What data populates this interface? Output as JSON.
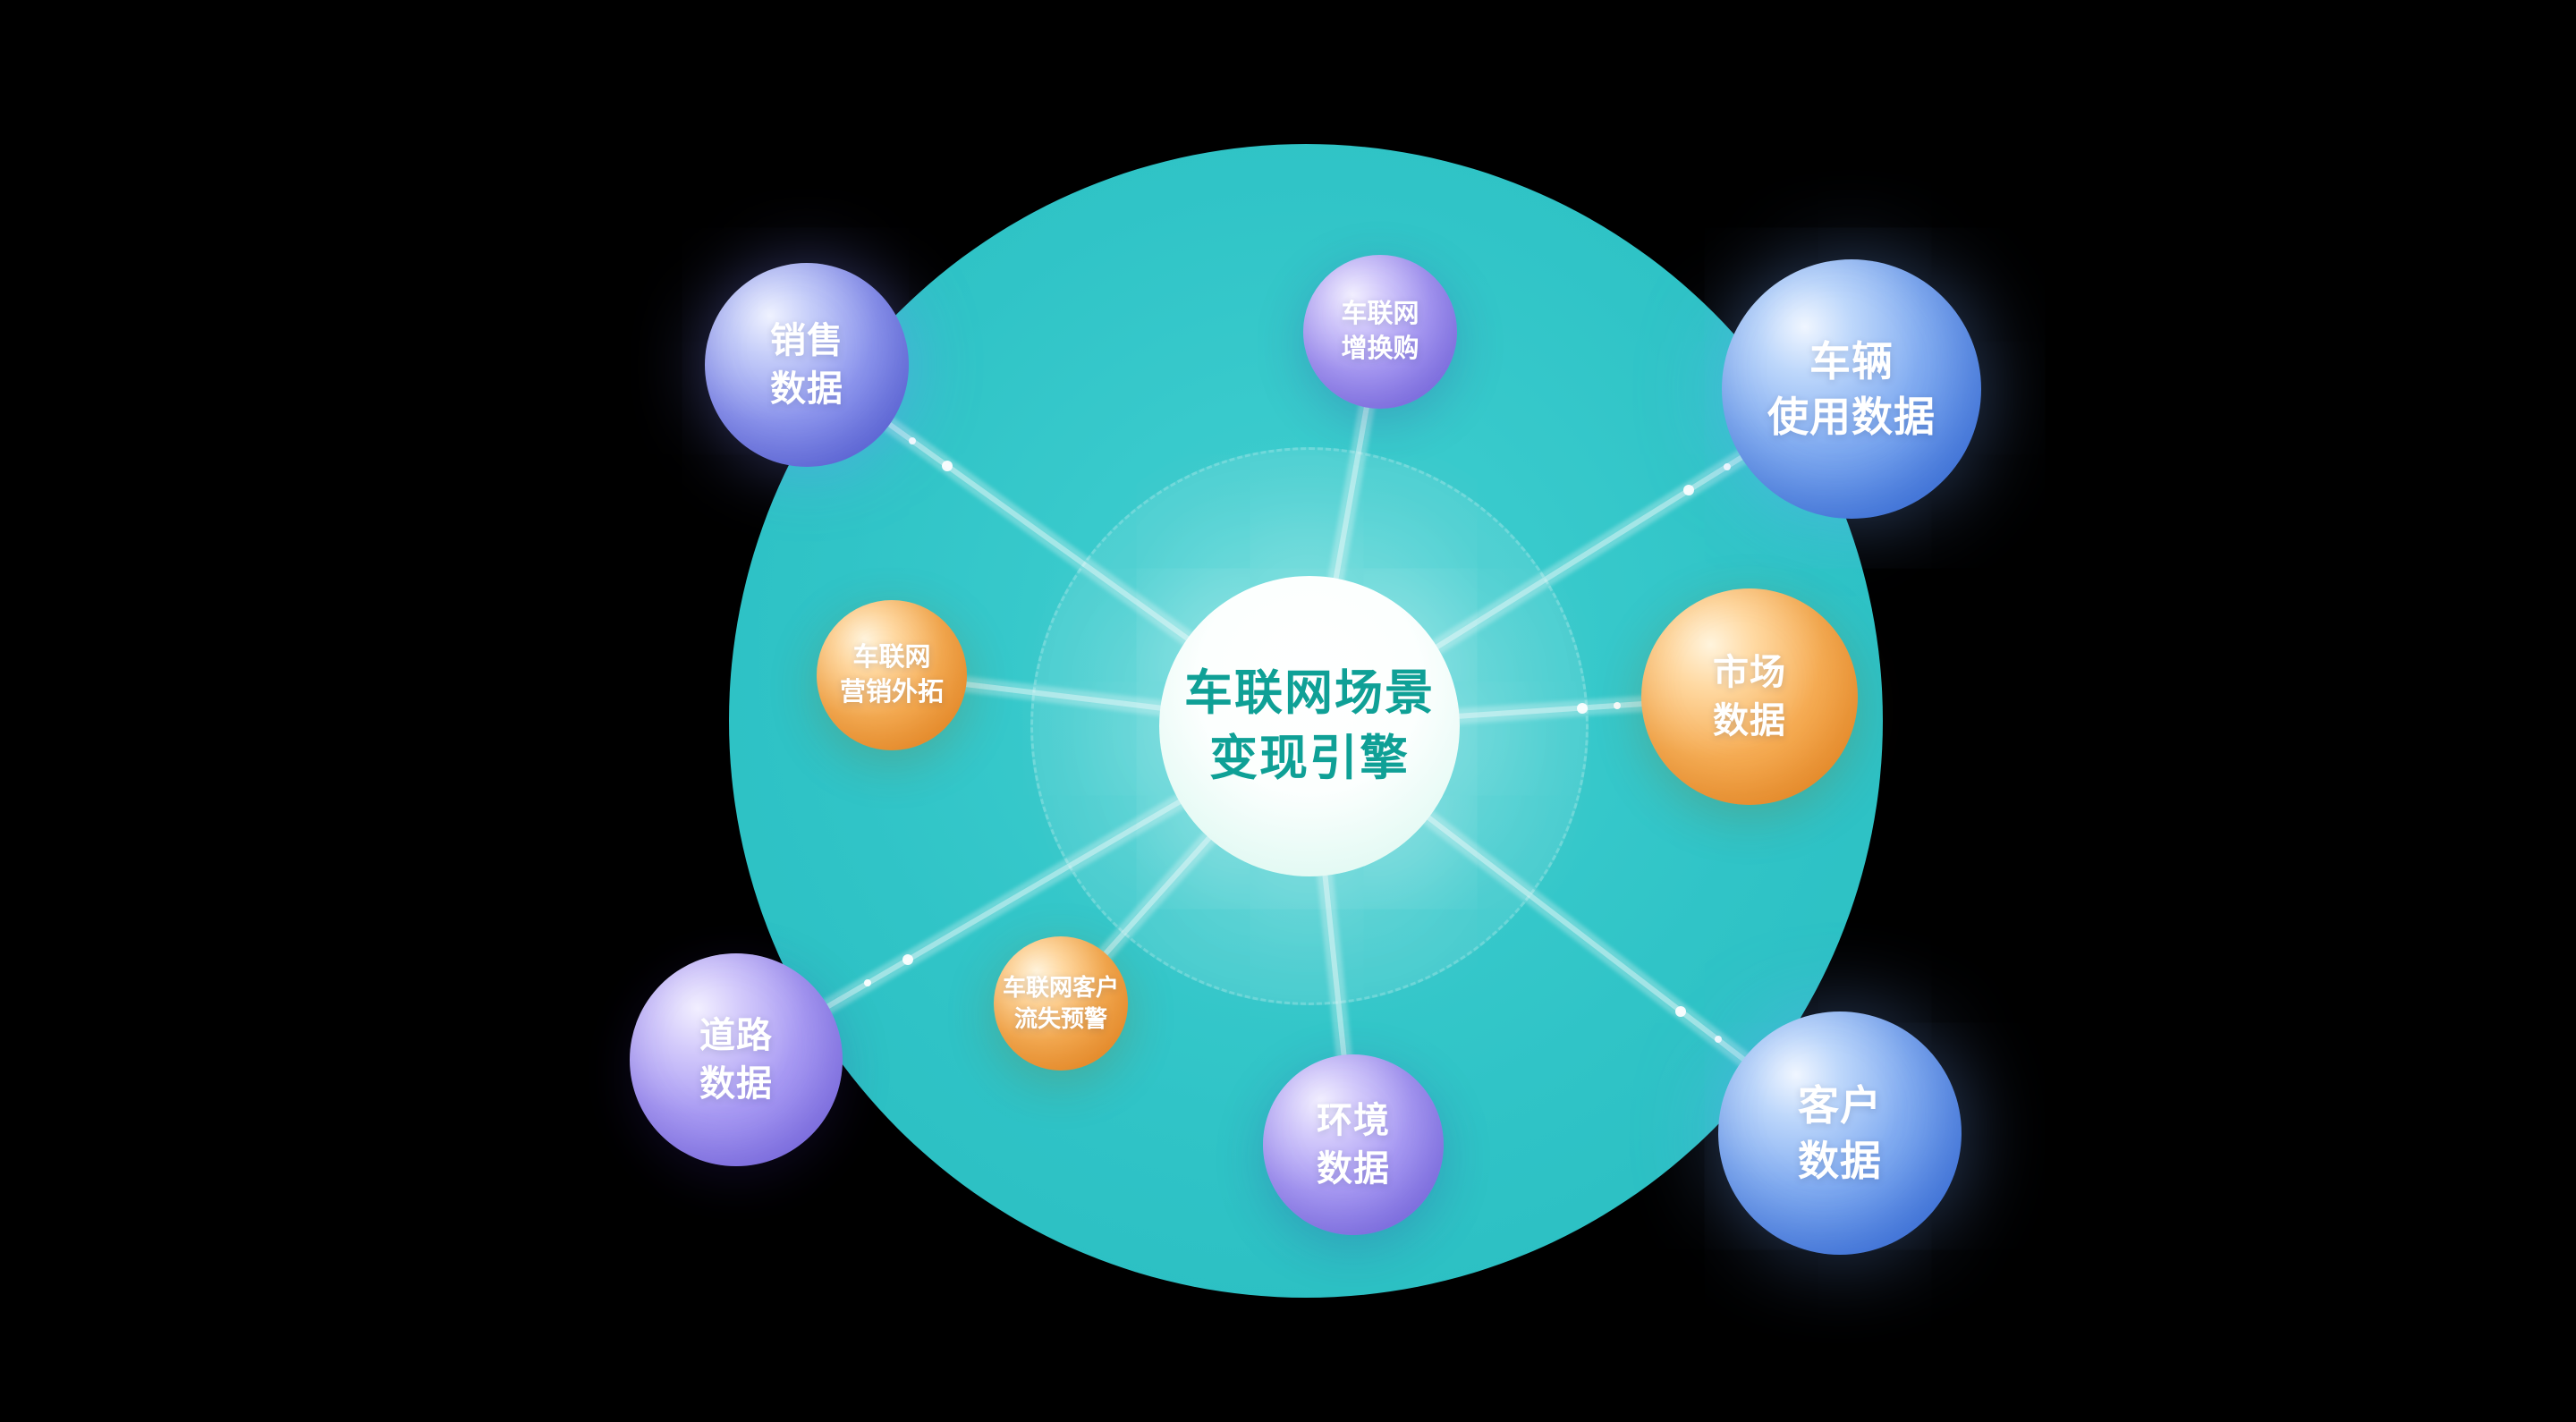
{
  "diagram_title": "车联网场景变现引擎",
  "center": {
    "line1": "车联网场景",
    "line2": "变现引擎"
  },
  "nodes": [
    {
      "id": "sales-data",
      "line1": "销售",
      "line2": "数据",
      "color": "blue-purple"
    },
    {
      "id": "iov-trade-in",
      "line1": "车联网",
      "line2": "增换购",
      "color": "purple"
    },
    {
      "id": "vehicle-usage-data",
      "line1": "车辆",
      "line2": "使用数据",
      "color": "blue"
    },
    {
      "id": "iov-marketing",
      "line1": "车联网",
      "line2": "营销外拓",
      "color": "orange"
    },
    {
      "id": "market-data",
      "line1": "市场",
      "line2": "数据",
      "color": "orange"
    },
    {
      "id": "road-data",
      "line1": "道路",
      "line2": "数据",
      "color": "purple"
    },
    {
      "id": "iov-churn-warning",
      "line1": "车联网客户",
      "line2": "流失预警",
      "color": "orange"
    },
    {
      "id": "environment-data",
      "line1": "环境",
      "line2": "数据",
      "color": "purple"
    },
    {
      "id": "customer-data",
      "line1": "客户",
      "line2": "数据",
      "color": "blue"
    }
  ],
  "colors": {
    "background": "#000000",
    "main_circle": "#2fc4c6",
    "hub_fill": "#ffffff",
    "hub_text": "#0fa096",
    "sphere_blue": "#4f82e4",
    "sphere_blue_purple": "#6874e4",
    "sphere_purple": "#8678e8",
    "sphere_orange": "#f09a38",
    "beam": "#ffffff",
    "label_text": "#ffffff"
  }
}
